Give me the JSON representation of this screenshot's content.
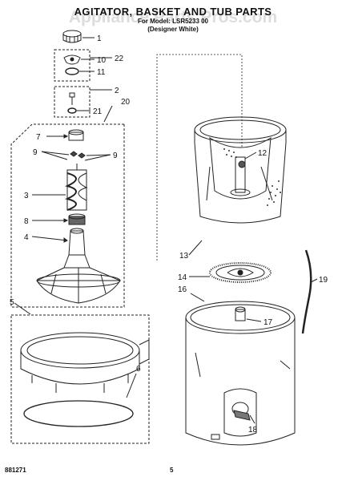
{
  "header": {
    "title": "AGITATOR, BASKET AND TUB PARTS",
    "model_line": "For Model: LSR5233  00",
    "color_line": "(Designer White)"
  },
  "watermark": "Appliance Parts Pros.com",
  "callouts": {
    "c1": "1",
    "c2": "2",
    "c3": "3",
    "c4": "4",
    "c5": "5",
    "c6": "6",
    "c7": "7",
    "c8": "8",
    "c9a": "9",
    "c9b": "9",
    "c10": "10",
    "c11": "11",
    "c12": "12",
    "c13": "13",
    "c14": "14",
    "c16": "16",
    "c17": "17",
    "c18": "18",
    "c19": "19",
    "c20": "20",
    "c21": "21",
    "c22": "22"
  },
  "footer": {
    "doc_number": "881271",
    "page_number": "5"
  }
}
